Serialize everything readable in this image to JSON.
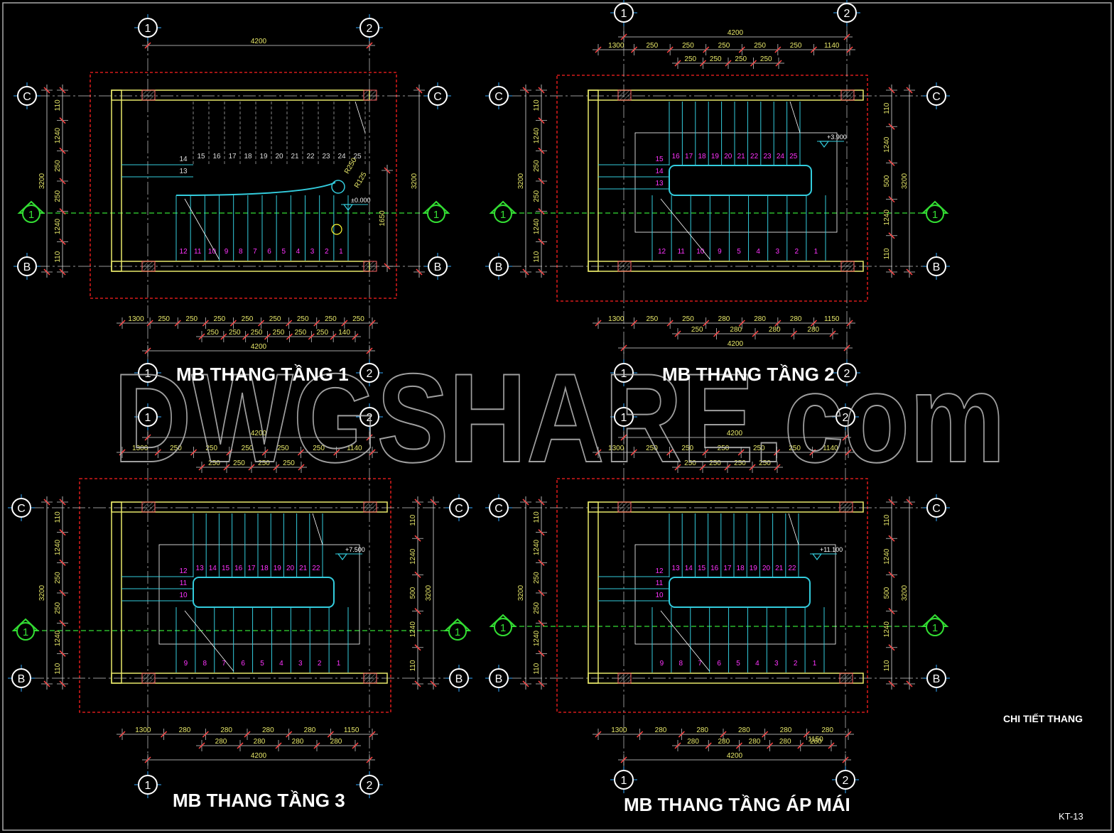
{
  "sheet": {
    "titles": {
      "floor1": "MB THANG TẦNG 1",
      "floor2": "MB THANG TẦNG 2",
      "floor3": "MB THANG TẦNG 3",
      "roof": "MB THANG TẦNG ÁP MÁI"
    },
    "detail_label": "CHI TIẾT THANG",
    "sheet_code": "KT-13",
    "watermark": "DWGSHARE.com"
  },
  "colors": {
    "background": "#000000",
    "wall": "#e8e86a",
    "stair": "#33ccdd",
    "step_number": "#ff33ff",
    "axis_line": "#33dd33",
    "dim_text": "#e8e86a",
    "dim_line": "#dddddd",
    "boundary": "#ff2020",
    "title": "#ffffff"
  },
  "plans": [
    {
      "id": "floor1",
      "grid": {
        "col_left": "1",
        "col_right": "2",
        "row_top": "C",
        "row_bottom": "B",
        "mid": "1"
      },
      "top_dim": {
        "overall": "4200"
      },
      "bottom_dim": {
        "row1": [
          "1300",
          "250",
          "250",
          "250",
          "250",
          "250",
          "250",
          "250",
          "250"
        ],
        "row2": [
          "250",
          "250",
          "250",
          "250",
          "250",
          "250",
          "140"
        ],
        "overall": "4200"
      },
      "left_dims": [
        "110",
        "1240",
        "250",
        "250",
        "1240",
        "110"
      ],
      "left_overall": "3200",
      "right_dims": [
        "1650"
      ],
      "right_overall": "3200",
      "level": "±0.000",
      "radius_labels": [
        "R250",
        "R125"
      ],
      "steps_lower": [
        "12",
        "11",
        "10",
        "9",
        "8",
        "7",
        "6",
        "5",
        "4",
        "3",
        "2",
        "1"
      ],
      "steps_upper": [
        "15",
        "16",
        "17",
        "18",
        "19",
        "20",
        "21",
        "22",
        "23",
        "24",
        "25"
      ],
      "steps_side": [
        "14",
        "13"
      ]
    },
    {
      "id": "floor2",
      "grid": {
        "col_left": "1",
        "col_right": "2",
        "row_top": "C",
        "row_bottom": "B",
        "mid": "1"
      },
      "top_dim": {
        "overall": "4200",
        "row1": [
          "1300",
          "250",
          "250",
          "250",
          "250",
          "250",
          "1140"
        ],
        "row2": [
          "250",
          "250",
          "250",
          "250"
        ]
      },
      "bottom_dim": {
        "row1": [
          "1300",
          "250",
          "250",
          "280",
          "280",
          "280",
          "1150"
        ],
        "row2": [
          "250",
          "280",
          "280",
          "280"
        ],
        "overall": "4200"
      },
      "left_dims": [
        "110",
        "1240",
        "250",
        "250",
        "1240",
        "110"
      ],
      "left_overall": "3200",
      "right_dims": [
        "110",
        "1240",
        "500",
        "1240",
        "110"
      ],
      "right_overall": "3200",
      "level": "+3.900",
      "steps_lower": [
        "12",
        "11",
        "10",
        "9",
        "5",
        "4",
        "3",
        "2",
        "1"
      ],
      "steps_upper": [
        "16",
        "17",
        "18",
        "19",
        "20",
        "21",
        "22",
        "23",
        "24",
        "25"
      ],
      "steps_side": [
        "15",
        "14",
        "13"
      ]
    },
    {
      "id": "floor3",
      "grid": {
        "col_left": "1",
        "col_right": "2",
        "row_top": "C",
        "row_bottom": "B",
        "mid": "1"
      },
      "top_dim": {
        "overall": "4200",
        "row1": [
          "1300",
          "250",
          "250",
          "250",
          "250",
          "250",
          "1140"
        ],
        "row2": [
          "250",
          "250",
          "250",
          "250"
        ]
      },
      "bottom_dim": {
        "row1": [
          "1300",
          "280",
          "280",
          "280",
          "280",
          "1150"
        ],
        "row2": [
          "280",
          "280",
          "280",
          "280"
        ],
        "overall": "4200"
      },
      "left_dims": [
        "110",
        "1240",
        "250",
        "250",
        "1240",
        "110"
      ],
      "left_overall": "3200",
      "right_dims": [
        "110",
        "1240",
        "500",
        "1240",
        "110"
      ],
      "right_overall": "3200",
      "level": "+7.500",
      "steps_lower": [
        "9",
        "8",
        "7",
        "6",
        "5",
        "4",
        "3",
        "2",
        "1"
      ],
      "steps_upper": [
        "13",
        "14",
        "15",
        "16",
        "17",
        "18",
        "19",
        "20",
        "21",
        "22"
      ],
      "steps_side": [
        "12",
        "11",
        "10"
      ]
    },
    {
      "id": "roof",
      "grid": {
        "col_left": "1",
        "col_right": "2",
        "row_top": "C",
        "row_bottom": "B",
        "mid": "1"
      },
      "top_dim": {
        "overall": "4200",
        "row1": [
          "1300",
          "250",
          "250",
          "250",
          "250",
          "250",
          "1140"
        ],
        "row2": [
          "250",
          "250",
          "250",
          "250"
        ]
      },
      "bottom_dim": {
        "row1": [
          "1300",
          "280",
          "280",
          "280",
          "280",
          "280"
        ],
        "row2": [
          "280",
          "280",
          "280",
          "280",
          "280"
        ],
        "extra": "1150",
        "overall": "4200"
      },
      "left_dims": [
        "110",
        "1240",
        "250",
        "250",
        "1240",
        "110"
      ],
      "left_overall": "3200",
      "right_dims": [
        "110",
        "1240",
        "500",
        "1240",
        "110"
      ],
      "right_overall": "3200",
      "level": "+11.100",
      "steps_lower": [
        "9",
        "8",
        "7",
        "6",
        "5",
        "4",
        "3",
        "2",
        "1"
      ],
      "steps_upper": [
        "13",
        "14",
        "15",
        "16",
        "17",
        "18",
        "19",
        "20",
        "21",
        "22"
      ],
      "steps_side": [
        "12",
        "11",
        "10"
      ]
    }
  ]
}
